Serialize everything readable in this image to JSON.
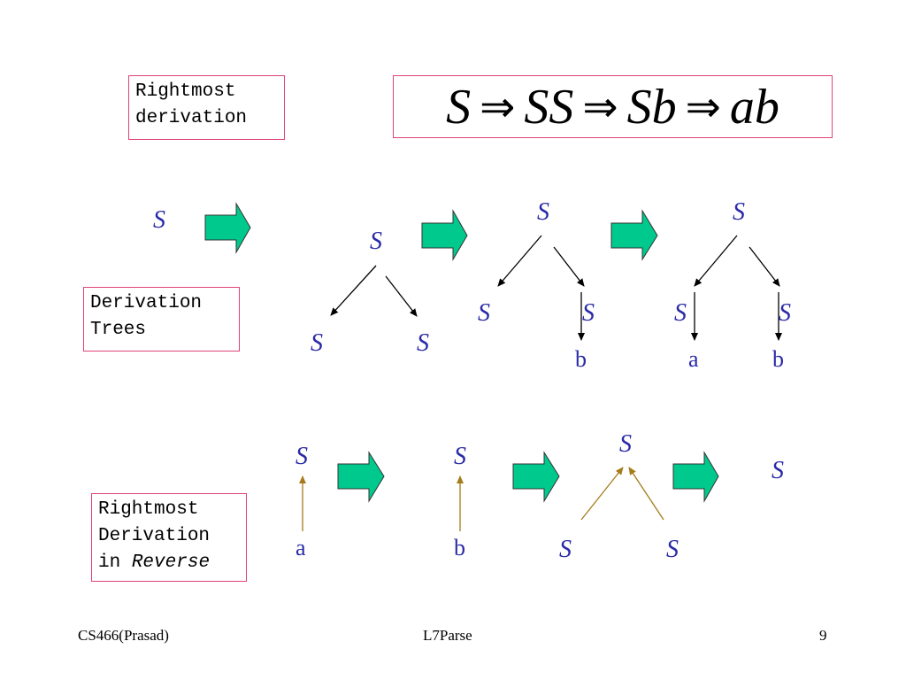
{
  "labels": {
    "rightmost": [
      "Rightmost",
      "derivation"
    ],
    "trees": [
      "Derivation",
      "Trees"
    ],
    "reverse_line1": "Rightmost",
    "reverse_line2": "Derivation",
    "reverse_in": "in",
    "reverse_word": "Reverse"
  },
  "formula": {
    "terms": [
      "S",
      "SS",
      "Sb",
      "ab"
    ],
    "implies": "⇒"
  },
  "derivation_trees": {
    "start": "S",
    "nonterminal": "S",
    "terminal_a": "a",
    "terminal_b": "b"
  },
  "reverse_row": {
    "nonterminal": "S",
    "terminal_a": "a",
    "terminal_b": "b"
  },
  "colors": {
    "box_border": "#e0427a",
    "symbol": "#2a2aa8",
    "arrow_fill": "#00c98d",
    "tree_edge": "#000000",
    "reverse_edge": "#a67b1a"
  },
  "footer": {
    "left": "CS466(Prasad)",
    "middle": "L7Parse",
    "page": "9"
  }
}
